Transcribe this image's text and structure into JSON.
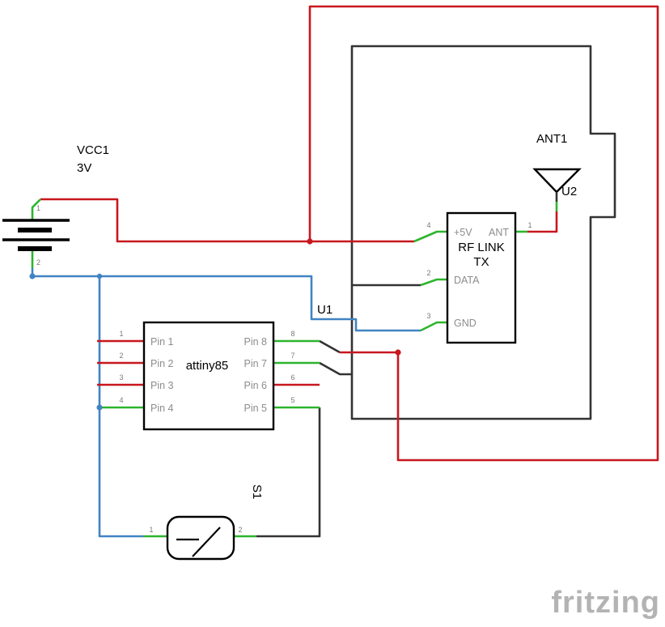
{
  "colors": {
    "wire_red": "#c8171e",
    "wire_green": "#2db52d",
    "wire_blue": "#4183c4",
    "wire_black": "#333333",
    "part_outline": "#000000",
    "pin_text": "#8c8c8c",
    "pin_num": "#7a7a7a",
    "logo": "#b3b3b3"
  },
  "battery": {
    "ref": "VCC1",
    "value": "3V",
    "pin1_num": "1",
    "pin2_num": "2"
  },
  "mcu": {
    "ref": "U1",
    "name": "attiny85",
    "left_pins": [
      {
        "num": "1",
        "label": "Pin 1"
      },
      {
        "num": "2",
        "label": "Pin 2"
      },
      {
        "num": "3",
        "label": "Pin 3"
      },
      {
        "num": "4",
        "label": "Pin 4"
      }
    ],
    "right_pins": [
      {
        "num": "8",
        "label": "Pin 8"
      },
      {
        "num": "7",
        "label": "Pin 7"
      },
      {
        "num": "6",
        "label": "Pin 6"
      },
      {
        "num": "5",
        "label": "Pin 5"
      }
    ]
  },
  "rf": {
    "ref": "U2",
    "title1": "RF LINK",
    "title2": "TX",
    "pin_5v": {
      "num": "4",
      "label": "+5V"
    },
    "pin_ant": {
      "num": "1",
      "label": "ANT"
    },
    "pin_data": {
      "num": "2",
      "label": "DATA"
    },
    "pin_gnd": {
      "num": "3",
      "label": "GND"
    }
  },
  "antenna": {
    "ref": "ANT1"
  },
  "switch": {
    "ref": "S1",
    "pin1_num": "1",
    "pin2_num": "2"
  },
  "watermark": "fritzing"
}
